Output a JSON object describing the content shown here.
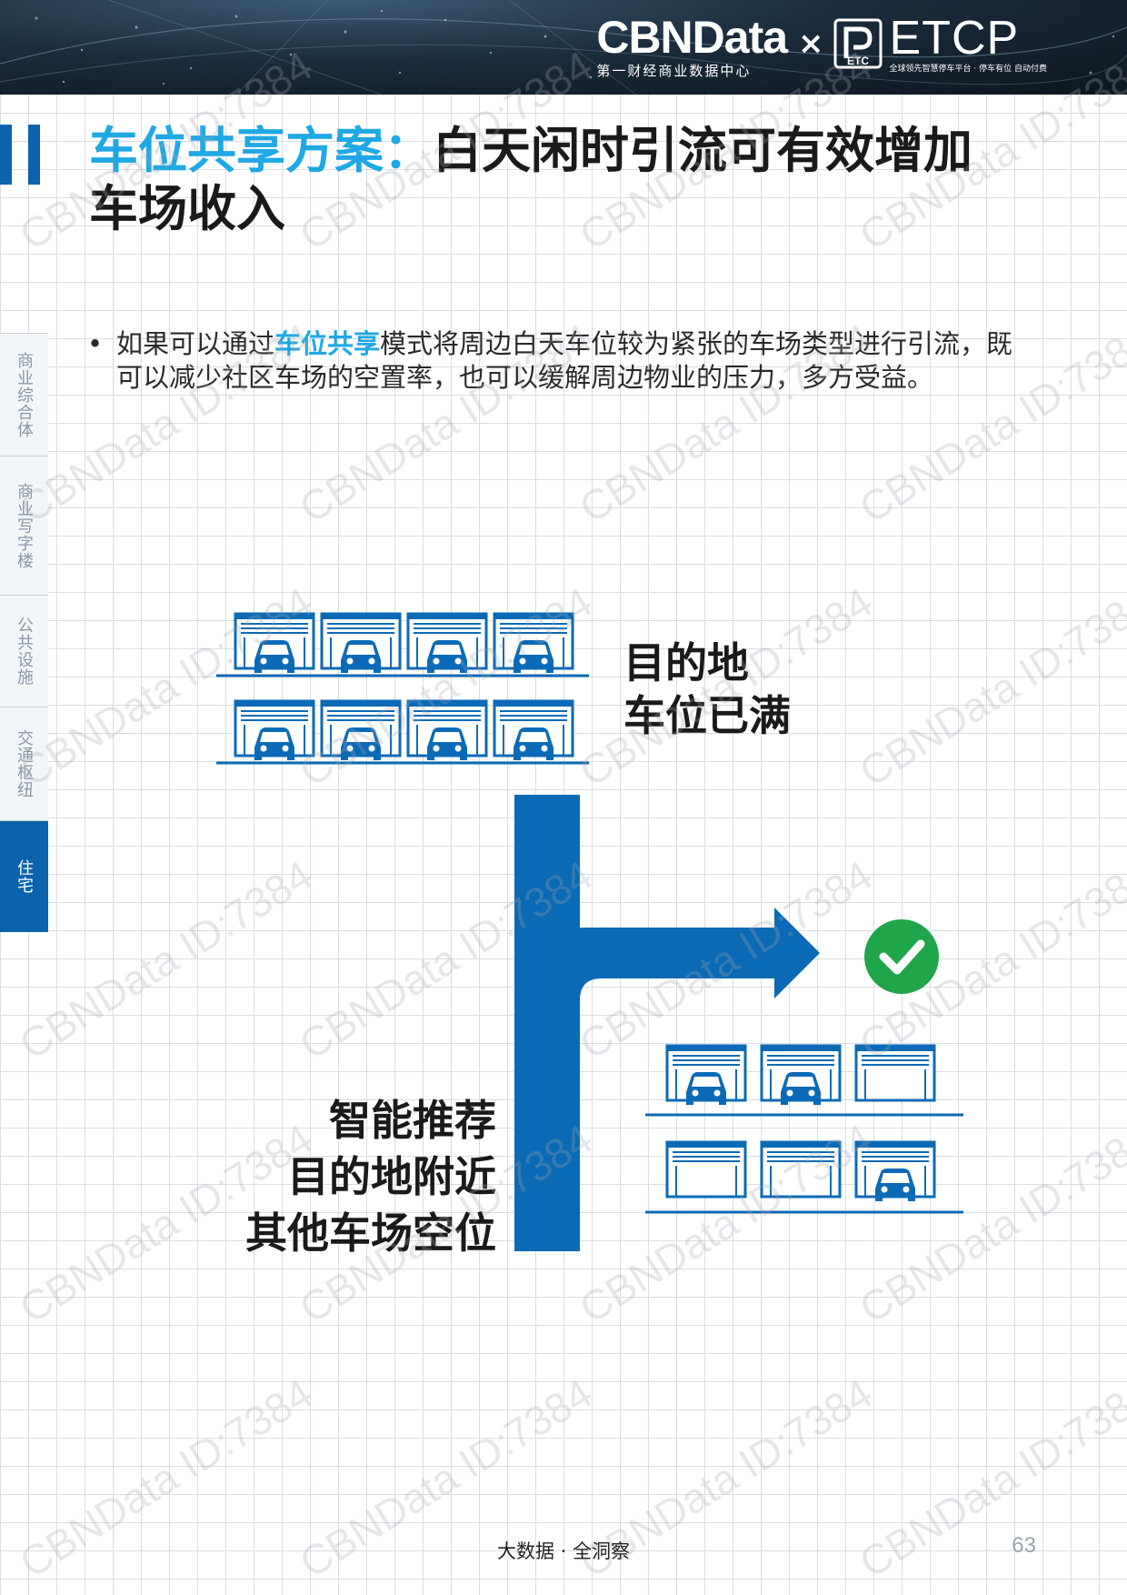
{
  "header": {
    "cbn_logo": "CBNData",
    "cbn_tagline": "第一财经商业数据中心",
    "times": "×",
    "etc_icon_text": "ETC",
    "etcp_logo": "ETCP",
    "etcp_tagline": "全球领先智慧停车平台 · 停车有位 自动付费"
  },
  "title": {
    "highlight": "车位共享方案：",
    "rest": "白天闲时引流可有效增加车场收入"
  },
  "bullet": {
    "dot": "•",
    "before": "如果可以通过",
    "highlight": "车位共享",
    "after": "模式将周边白天车位较为紧张的车场类型进行引流，既可以减少社区车场的空置率，也可以缓解周边物业的压力，多方受益。"
  },
  "sidenav": [
    {
      "label": "商业综合体",
      "active": false
    },
    {
      "label": "商业写字楼",
      "active": false
    },
    {
      "label": "公共设施",
      "active": false
    },
    {
      "label": "交通枢纽",
      "active": false
    },
    {
      "label": "住宅",
      "active": true
    }
  ],
  "diagram": {
    "dest_line1": "目的地",
    "dest_line2": "车位已满",
    "rec_line1": "智能推荐",
    "rec_line2": "目的地附近",
    "rec_line3": "其他车场空位",
    "check_icon": "check-circle-icon",
    "arrow_color": "#0b6ab5",
    "check_color": "#1fa64a",
    "garage_color": "#0b6ab5"
  },
  "watermark": "CBNData ID:7384",
  "footer": {
    "center": "大数据 · 全洞察",
    "page": "63"
  }
}
